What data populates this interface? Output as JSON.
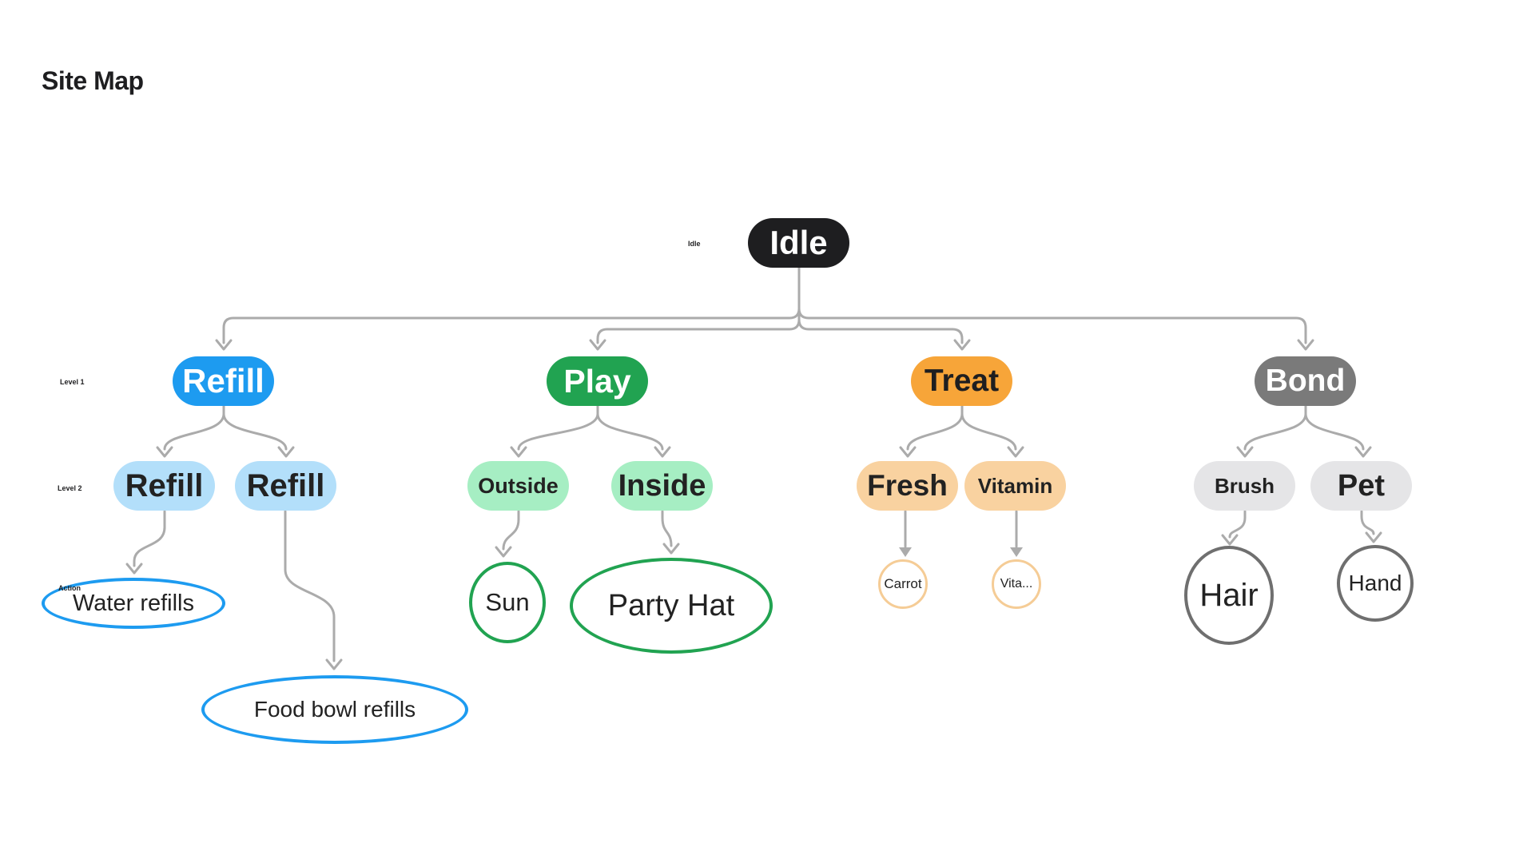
{
  "page": {
    "title": "Site Map"
  },
  "annotations": {
    "idle_tag": "Idle",
    "level1": "Level 1",
    "level2": "Level 2",
    "action": "Action"
  },
  "nodes": {
    "idle": {
      "label": "Idle"
    },
    "refill1": {
      "label": "Refill"
    },
    "play": {
      "label": "Play"
    },
    "treat": {
      "label": "Treat"
    },
    "bond": {
      "label": "Bond"
    },
    "refill2a": {
      "label": "Refill"
    },
    "refill2b": {
      "label": "Refill"
    },
    "outside": {
      "label": "Outside"
    },
    "inside": {
      "label": "Inside"
    },
    "fresh": {
      "label": "Fresh"
    },
    "vitamin": {
      "label": "Vitamin"
    },
    "brush": {
      "label": "Brush"
    },
    "pet": {
      "label": "Pet"
    },
    "water": {
      "label": "Water refills"
    },
    "food": {
      "label": "Food bowl refills"
    },
    "sun": {
      "label": "Sun"
    },
    "party": {
      "label": "Party Hat"
    },
    "carrot": {
      "label": "Carrot"
    },
    "vita": {
      "label": "Vita..."
    },
    "hair": {
      "label": "Hair"
    },
    "hand": {
      "label": "Hand"
    }
  },
  "hierarchy": [
    {
      "level1": "Refill",
      "children": [
        {
          "level2": "Refill",
          "action": "Water refills"
        },
        {
          "level2": "Refill",
          "action": "Food bowl refills"
        }
      ]
    },
    {
      "level1": "Play",
      "children": [
        {
          "level2": "Outside",
          "action": "Sun"
        },
        {
          "level2": "Inside",
          "action": "Party Hat"
        }
      ]
    },
    {
      "level1": "Treat",
      "children": [
        {
          "level2": "Fresh",
          "action": "Carrot"
        },
        {
          "level2": "Vitamin",
          "action": "Vita..."
        }
      ]
    },
    {
      "level1": "Bond",
      "children": [
        {
          "level2": "Brush",
          "action": "Hair"
        },
        {
          "level2": "Pet",
          "action": "Hand"
        }
      ]
    }
  ],
  "colors": {
    "accent_blue": "#1D9BF0",
    "light_blue": "#B3DFFA",
    "green": "#21A351",
    "light_green": "#A6EEC3",
    "orange": "#F7A539",
    "light_orange": "#F9D2A0",
    "dark": "#1E1E20",
    "gray": "#7A7A7A",
    "light_gray": "#E5E5E7",
    "connector_gray": "#ABABAB",
    "outline_orange": "#F5CC96",
    "outline_gray": "#6F6F6F",
    "text_dark": "#222222",
    "background": "#FFFFFF"
  }
}
